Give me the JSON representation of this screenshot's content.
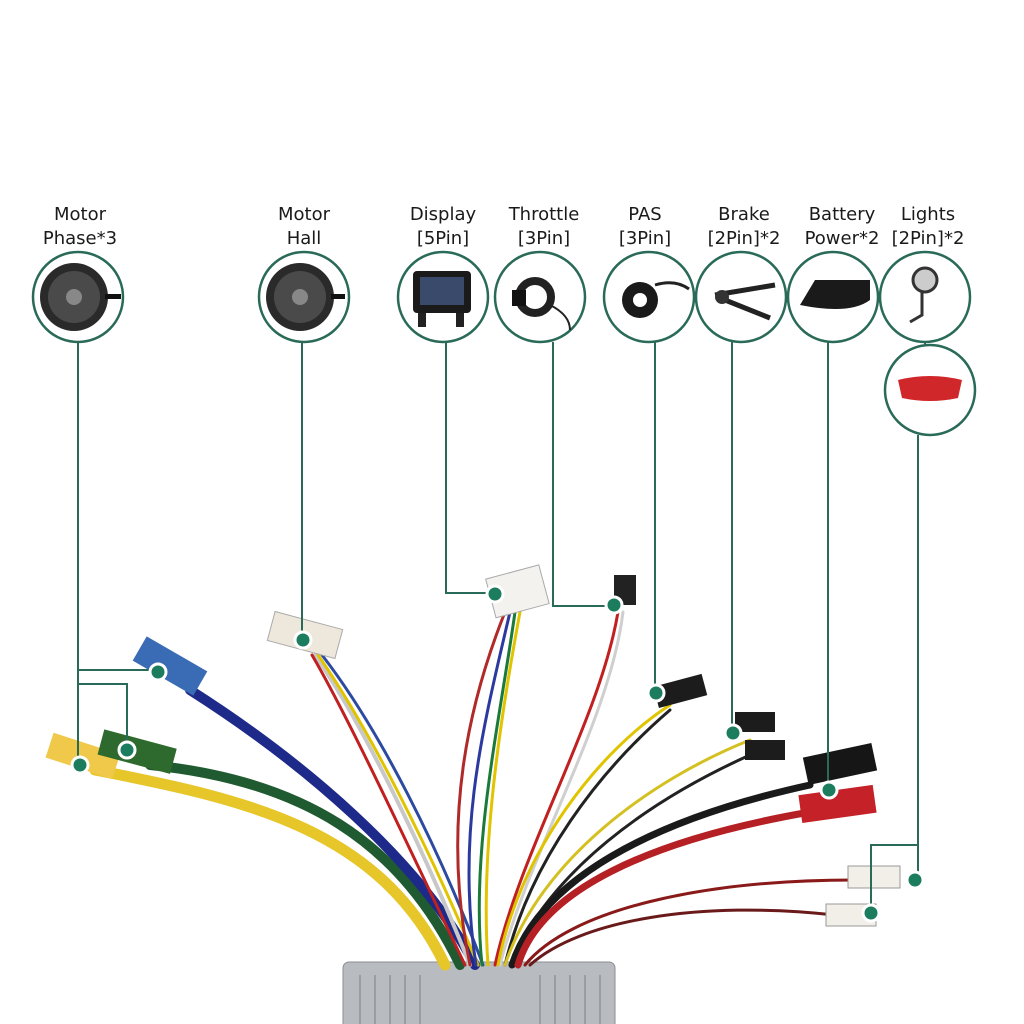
{
  "colors": {
    "accent": "#2a6a58",
    "dot": "#1b7d5e"
  },
  "components": [
    {
      "id": "motor-phase",
      "line1": "Motor",
      "line2": "Phase*3",
      "icon": "hub-motor-icon"
    },
    {
      "id": "motor-hall",
      "line1": "Motor",
      "line2": "Hall",
      "icon": "hub-motor-icon"
    },
    {
      "id": "display",
      "line1": "Display",
      "line2": "[5Pin]",
      "icon": "lcd-display-icon"
    },
    {
      "id": "throttle",
      "line1": "Throttle",
      "line2": "[3Pin]",
      "icon": "thumb-throttle-icon"
    },
    {
      "id": "pas",
      "line1": "PAS",
      "line2": "[3Pin]",
      "icon": "pas-sensor-icon"
    },
    {
      "id": "brake",
      "line1": "Brake",
      "line2": "[2Pin]*2",
      "icon": "brake-lever-icon"
    },
    {
      "id": "battery",
      "line1": "Battery",
      "line2": "Power*2",
      "icon": "battery-icon"
    },
    {
      "id": "lights",
      "line1": "Lights",
      "line2": "[2Pin]*2",
      "icon": "headlight-icon"
    }
  ],
  "extra_icon": "tail-light-icon"
}
